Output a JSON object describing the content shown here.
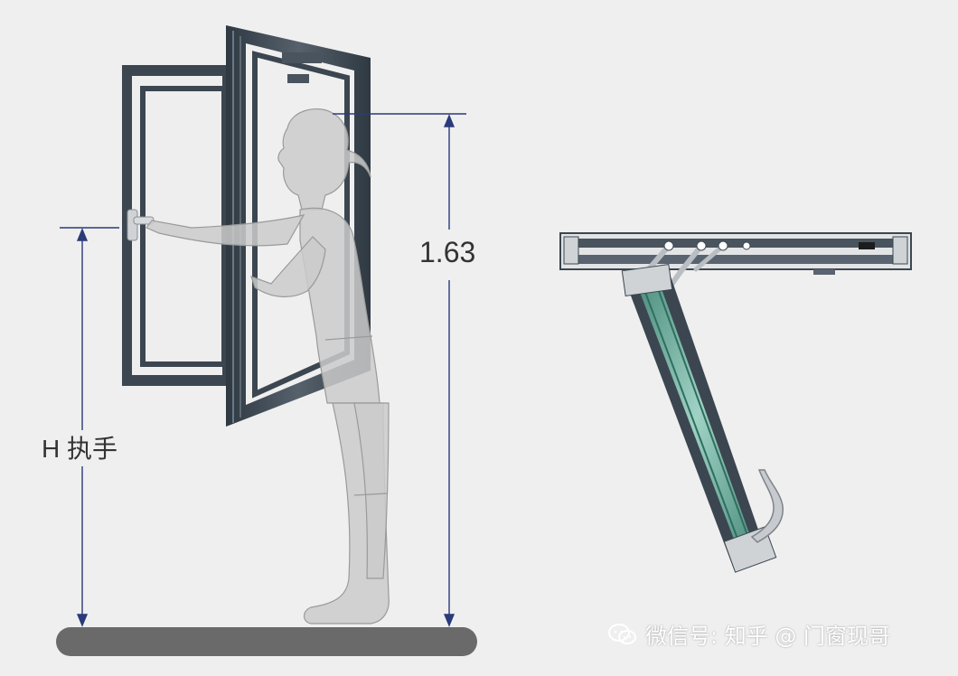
{
  "colors": {
    "background": "#efefef",
    "frame": "#3c4650",
    "frame_highlight": "#5a6570",
    "dimension_line": "#2a3a7a",
    "figure": "#c8c8c8",
    "figure_outline": "#9a9a9a",
    "floor": "#6a6a6a",
    "glass": "#6aa898"
  },
  "labels": {
    "handle_height": "H 执手",
    "shoulder_height": "1.63"
  },
  "watermark": {
    "icon": "wechat-icon",
    "text": "微信号: 知乎 @ 门窗现哥"
  }
}
